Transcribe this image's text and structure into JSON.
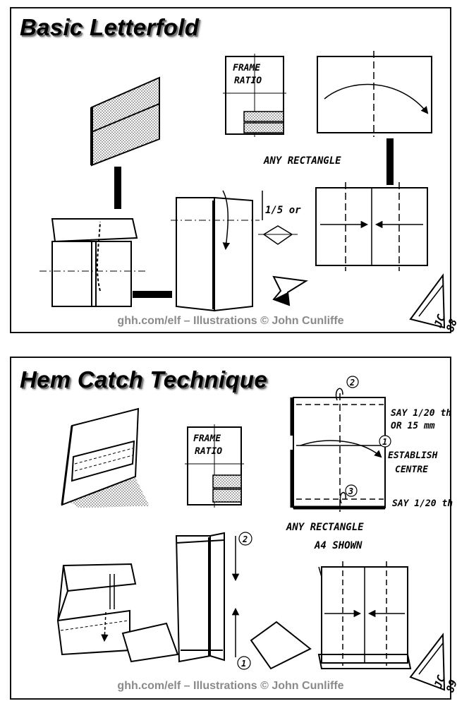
{
  "panels": {
    "top": {
      "title": "Basic Letterfold",
      "credit": "ghh.com/elf – Illustrations © John Cunliffe",
      "labels": {
        "frame_ratio_1": "FRAME",
        "frame_ratio_2": "RATIO",
        "any_rectangle": "ANY RECTANGLE",
        "fifth": "1/5 or",
        "signature": "JC 88"
      }
    },
    "bottom": {
      "title": "Hem Catch Technique",
      "credit": "ghh.com/elf – Illustrations © John Cunliffe",
      "labels": {
        "frame_ratio_1": "FRAME",
        "frame_ratio_2": "RATIO",
        "say_1": "SAY 1/20 th",
        "say_2": "OR 15 mm",
        "establish_1": "ESTABLISH",
        "establish_2": "CENTRE",
        "say_3": "SAY 1/20 th",
        "any_rectangle": "ANY RECTANGLE",
        "a4_shown": "A4 SHOWN",
        "step_1": "1",
        "step_2": "2",
        "step_3": "3",
        "signature": "JC 89"
      }
    }
  },
  "colors": {
    "ink": "#000000",
    "credit": "#8a8a8a",
    "shading": "#c8c8c8"
  }
}
